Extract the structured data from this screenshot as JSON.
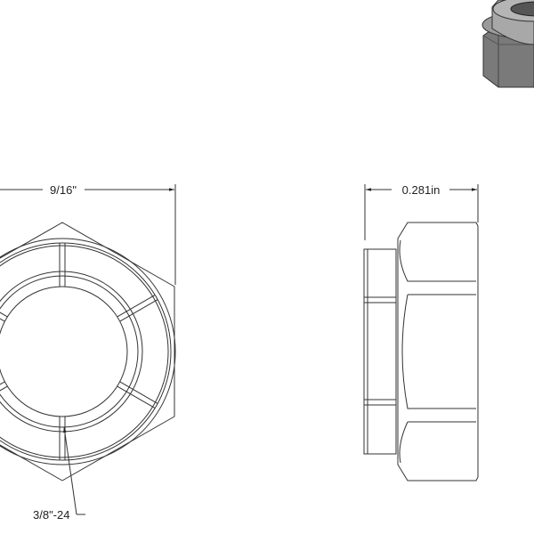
{
  "front_view": {
    "width_dimension": "9/16\"",
    "thread_callout": "3/8\"-24"
  },
  "side_view": {
    "thickness_dimension": "0.281in"
  },
  "iso_view": {
    "shade_color": "#8a8a8a"
  }
}
